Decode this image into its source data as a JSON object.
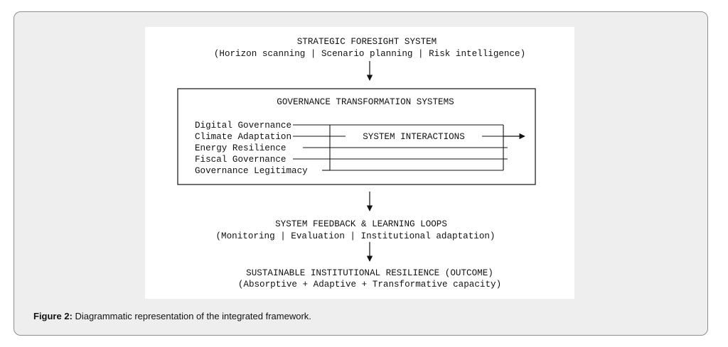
{
  "diagram": {
    "top": {
      "title": "STRATEGIC FORESIGHT SYSTEM",
      "subtitle": "(Horizon scanning | Scenario planning | Risk intelligence)"
    },
    "governance": {
      "title": "GOVERNANCE TRANSFORMATION SYSTEMS",
      "items": [
        "Digital Governance",
        "Climate Adaptation",
        "Energy Resilience",
        "Fiscal Governance",
        "Governance Legitimacy"
      ],
      "interactions_label": "SYSTEM INTERACTIONS"
    },
    "feedback": {
      "title": "SYSTEM FEEDBACK & LEARNING LOOPS",
      "subtitle": "(Monitoring | Evaluation | Institutional adaptation)"
    },
    "outcome": {
      "title": "SUSTAINABLE INSTITUTIONAL RESILIENCE (OUTCOME)",
      "subtitle": "(Absorptive + Adaptive + Transformative capacity)"
    }
  },
  "caption": {
    "label": "Figure 2:",
    "text": " Diagrammatic representation of the integrated framework."
  }
}
